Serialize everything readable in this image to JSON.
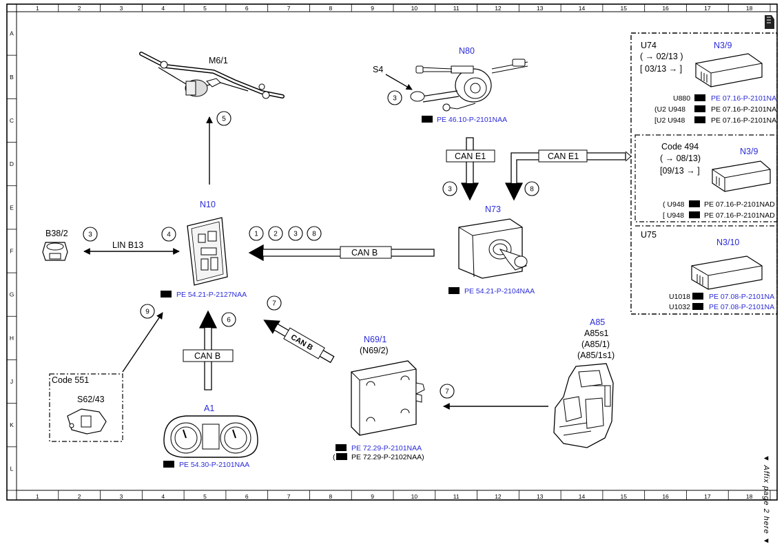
{
  "columns": [
    "1",
    "2",
    "3",
    "4",
    "5",
    "6",
    "7",
    "8",
    "9",
    "10",
    "11",
    "12",
    "13",
    "14",
    "15",
    "16",
    "17",
    "18"
  ],
  "rows": [
    "A",
    "B",
    "C",
    "D",
    "E",
    "F",
    "G",
    "H",
    "J",
    "K",
    "L"
  ],
  "components": {
    "m6_1": "M6/1",
    "n80": "N80",
    "s4": "S4",
    "n10": "N10",
    "b38_2": "B38/2",
    "n73": "N73",
    "a1": "A1",
    "n69_1": "N69/1",
    "n69_2": "(N69/2)",
    "a85": "A85",
    "a85s1": "A85s1",
    "a85_1": "(A85/1)",
    "a85_1s1": "(A85/1s1)",
    "code551": "Code 551",
    "s62_43": "S62/43",
    "u74": "U74",
    "u74_date1": "( → 02/13 )",
    "u74_date2": "[ 03/13 → ]",
    "n3_9_a": "N3/9",
    "code494": "Code 494",
    "code494_date1": "( → 08/13)",
    "code494_date2": "[09/13 → ]",
    "n3_9_b": "N3/9",
    "u75": "U75",
    "n3_10": "N3/10"
  },
  "buses": {
    "lin_b13": "LIN B13",
    "can_e1_left": "CAN E1",
    "can_e1_right": "CAN E1",
    "can_b_main": "CAN B",
    "can_b_a1": "CAN B",
    "can_b_diag": "CAN B"
  },
  "refs": {
    "n80": "PE 46.10-P-2101NAA",
    "n10": "PE 54.21-P-2127NAA",
    "n73": "PE 54.21-P-2104NAA",
    "a1": "PE 54.30-P-2101NAA",
    "n69_1": "PE 72.29-P-2101NAA",
    "n69_2": "PE 72.29-P-2102NAA)",
    "n69_2_open": "(",
    "u880_code": "U880",
    "u880": "PE 07.16-P-2101NA",
    "u2_u948_code": "(U2  U948",
    "u2_u948": "PE 07.16-P-2101NA",
    "u2_u948b_code": "[U2  U948",
    "u2_u948b": "PE 07.16-P-2101NA",
    "u948_c1_code": "( U948",
    "u948_c1": "PE 07.16-P-2101NAD",
    "u948_c2_code": "[ U948",
    "u948_c2": "PE 07.16-P-2101NAD",
    "u1018_code": "U1018",
    "u1018": "PE 07.08-P-2101NA",
    "u1032_code": "U1032",
    "u1032": "PE 07.08-P-2101NA"
  },
  "steps": {
    "s5": "5",
    "s3_n80": "3",
    "s3_n73": "3",
    "s8_n73": "8",
    "s3_b38": "3",
    "s4_n10": "4",
    "s1": "1",
    "s2": "2",
    "s3": "3",
    "s8": "8",
    "s7_diag": "7",
    "s9": "9",
    "s6": "6",
    "s7_a85": "7"
  },
  "side_note": "▼ Affix page 2 here ▼",
  "colors": {
    "blue_label": "#2a2ad8",
    "line": "#000000"
  }
}
